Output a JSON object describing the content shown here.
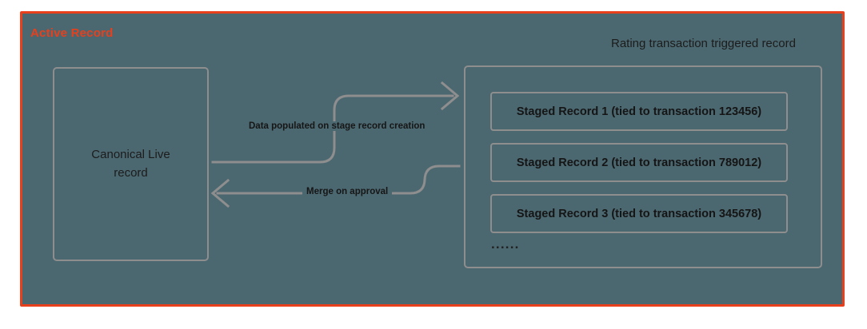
{
  "diagram": {
    "region_title": "Active Record",
    "background_color": "#4b6770",
    "accent_color": "#e8401c",
    "stroke_color": "#8e8e8e",
    "left_box": {
      "label": "Canonical Live\nrecord"
    },
    "right_container": {
      "title": "Rating transaction triggered record",
      "items": [
        {
          "label": "Staged Record 1 (tied to transaction 123456)"
        },
        {
          "label": "Staged Record 2 (tied to transaction 789012)"
        },
        {
          "label": "Staged Record 3 (tied to transaction 345678)"
        }
      ],
      "ellipsis": "......"
    },
    "arrows": [
      {
        "label": "Data populated on stage record creation",
        "direction": "right"
      },
      {
        "label": "Merge on approval",
        "direction": "left"
      }
    ]
  }
}
